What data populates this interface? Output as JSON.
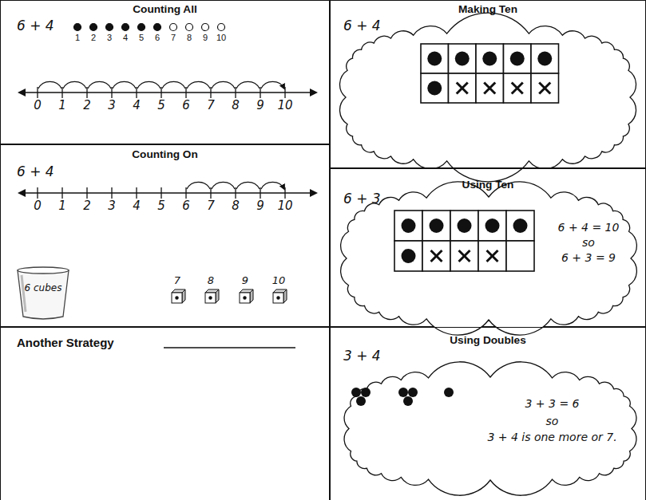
{
  "diagram": {
    "nodes": [
      {
        "text": [
          "Counting All",
          "6 + 4"
        ]
      },
      {
        "text": [
          "Counting On",
          "6 + 4"
        ]
      },
      {
        "text": [
          "6 cubes"
        ],
        "in": 1
      },
      {
        "text": [
          "Another Strategy"
        ]
      },
      {
        "text": [
          "Making Ten",
          "6 + 4"
        ]
      },
      {
        "text": [
          "Using Ten",
          "6 + 3"
        ]
      },
      {
        "text": [
          "6 + 4 = 10",
          "so",
          "6 + 3 = 9"
        ],
        "in": 5
      },
      {
        "text": [
          "Using Doubles",
          "3 + 4"
        ]
      },
      {
        "text": [
          "3 + 3 = 6",
          "so",
          "3 + 4 is one more or 7."
        ],
        "in": 7
      }
    ],
    "labels": [
      "1",
      "2",
      "3",
      "4",
      "5",
      "6",
      "7",
      "8",
      "9",
      "10",
      "0",
      "1",
      "2",
      "3",
      "4",
      "5",
      "6",
      "7",
      "8",
      "9",
      "10",
      "0",
      "1",
      "2",
      "3",
      "4",
      "5",
      "6",
      "7",
      "8",
      "9",
      "10",
      "7",
      "8",
      "9",
      "10"
    ]
  }
}
